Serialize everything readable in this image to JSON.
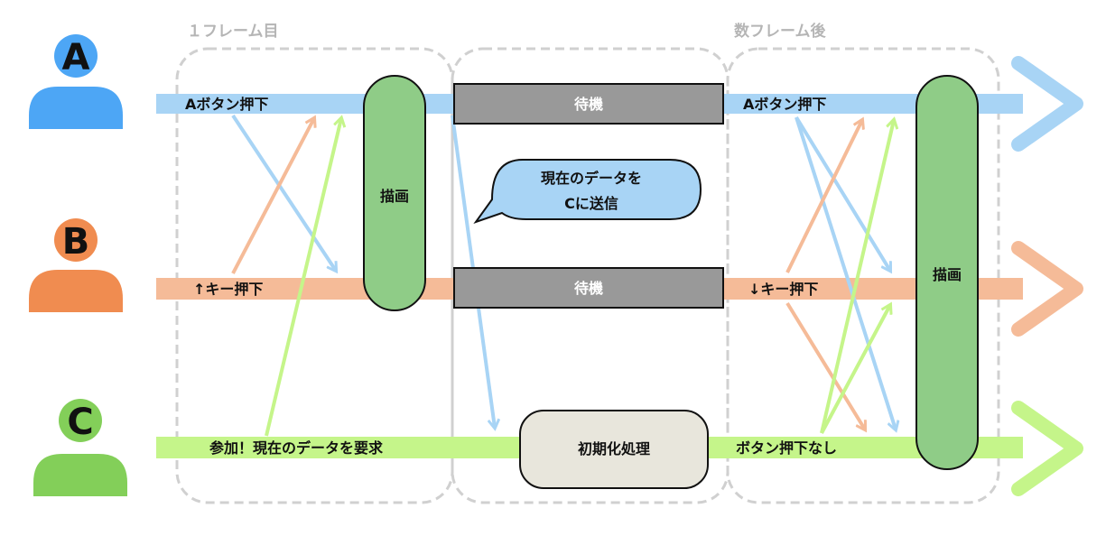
{
  "frames": {
    "first": "１フレーム目",
    "later": "数フレーム後"
  },
  "players": [
    {
      "letter": "A",
      "color": "#4da6f5",
      "lane_color": "#a8d4f5"
    },
    {
      "letter": "B",
      "color": "#f08c50",
      "lane_color": "#f5bb98"
    },
    {
      "letter": "C",
      "color": "#83cf59",
      "lane_color": "#c5f58a"
    }
  ],
  "lanes": {
    "a_frame1": "Aボタン押下",
    "b_frame1": "↑キー押下",
    "c_frame1": "参加！現在のデータを要求",
    "a_later": "Aボタン押下",
    "b_later": "↓キー押下",
    "c_later": "ボタン押下なし"
  },
  "boxes": {
    "render1": "描画",
    "render2": "描画",
    "wait_a": "待機",
    "wait_b": "待機",
    "init": "初期化処理"
  },
  "bubble": {
    "line1": "現在のデータを",
    "line2": "Cに送信"
  }
}
